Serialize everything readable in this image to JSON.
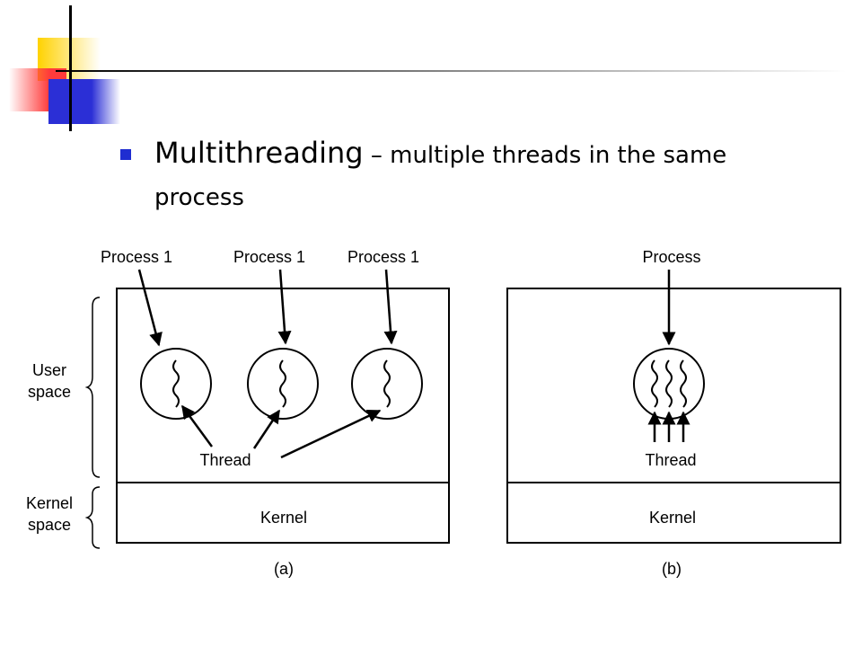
{
  "slide": {
    "term": "Multithreading",
    "dash": " – ",
    "definition": "multiple threads in the same process",
    "bullet_color": "#1f2dd1"
  },
  "diagram": {
    "a": {
      "process_labels": [
        "Process 1",
        "Process 1",
        "Process 1"
      ],
      "thread_label": "Thread",
      "kernel_label": "Kernel",
      "caption": "(a)",
      "user_space_label": [
        "User",
        "space"
      ],
      "kernel_space_label": [
        "Kernel",
        "space"
      ]
    },
    "b": {
      "process_label": "Process",
      "thread_label": "Thread",
      "kernel_label": "Kernel",
      "caption": "(b)"
    }
  },
  "decoration": {
    "colors": [
      "#ffd200",
      "#ff3b3b",
      "#2b2fd6",
      "#000000"
    ]
  }
}
